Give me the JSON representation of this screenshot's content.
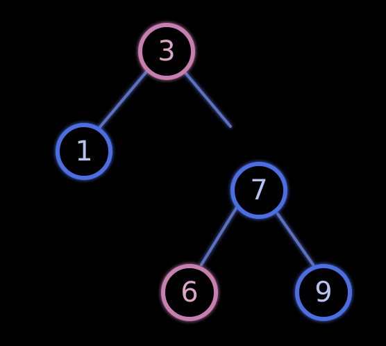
{
  "colors": {
    "background": "#000000",
    "edge": "#5b6fc4",
    "node_blue": "#4e6ee0",
    "node_pink": "#c77fb0",
    "label_blue": "#b8c2ee",
    "label_pink": "#d9a6c8"
  },
  "nodes": [
    {
      "id": "n3",
      "label": "3",
      "style": "pink"
    },
    {
      "id": "n1",
      "label": "1",
      "style": "blue"
    },
    {
      "id": "n7",
      "label": "7",
      "style": "blue"
    },
    {
      "id": "n6",
      "label": "6",
      "style": "pink"
    },
    {
      "id": "n9",
      "label": "9",
      "style": "blue"
    }
  ],
  "edges": [
    {
      "from": "n3",
      "to": "n1"
    },
    {
      "from": "n3",
      "to": "dangling"
    },
    {
      "from": "n7",
      "to": "n6"
    },
    {
      "from": "n7",
      "to": "n9"
    }
  ]
}
